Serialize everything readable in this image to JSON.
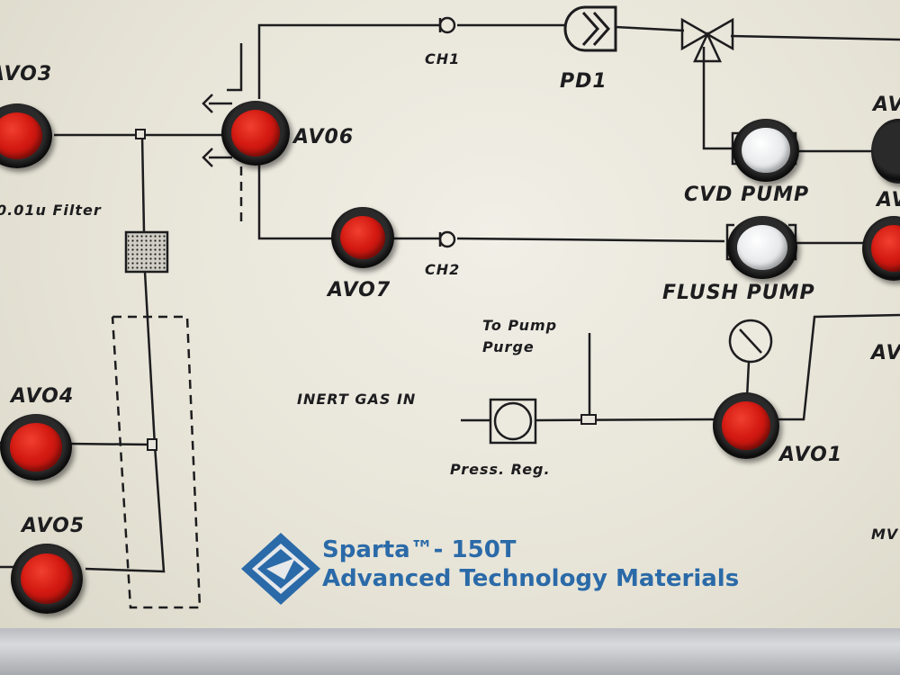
{
  "labels": {
    "avo3": "AVO3",
    "av06": "AV06",
    "ch1": "CH1",
    "pd1": "PD1",
    "filter": "0.01u Filter",
    "avo7": "AVO7",
    "ch2": "CH2",
    "cvd_pump": "CVD PUMP",
    "flush_pump": "FLUSH PUMP",
    "to_pump_purge_1": "To Pump",
    "to_pump_purge_2": "Purge",
    "inert_gas_in": "INERT GAS IN",
    "press_reg": "Press. Reg.",
    "avo1": "AVO1",
    "avo4": "AVO4",
    "avo5": "AVO5",
    "edge_av_1": "AV",
    "edge_av_2": "AV",
    "edge_av_3": "AV",
    "edge_mv": "MV"
  },
  "brand": {
    "product": "Sparta™- 150T",
    "company": "Advanced Technology Materials",
    "color": "#2b6aa8"
  },
  "colors": {
    "panel": "#ece9df",
    "button_red": "#d41a12",
    "button_white": "#e6e8ea",
    "line": "#1d1d1f"
  }
}
